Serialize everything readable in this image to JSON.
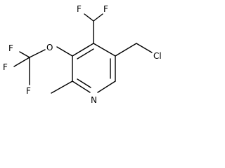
{
  "molecule": {
    "atoms": {
      "F_left_top": "F",
      "F_left_mid": "F",
      "F_left_bot": "F",
      "O": "O",
      "F_top_left": "F",
      "F_top_right": "F",
      "Cl": "Cl",
      "N": "N"
    }
  }
}
